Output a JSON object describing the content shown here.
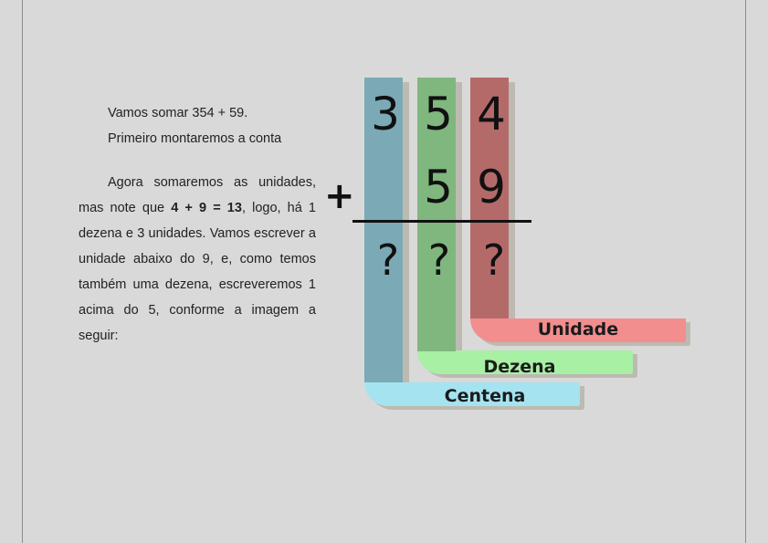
{
  "intro": {
    "line1": "Vamos somar 354 + 59.",
    "line2": "Primeiro montaremos a conta"
  },
  "explanation": {
    "before": "Agora somaremos as unidades, mas note que ",
    "highlight": "4 + 9 = 13",
    "after": ", logo, há 1 dezena e 3 unidades. Vamos escrever a unidade abaixo do 9, e, como temos também uma dezena, escreveremos 1 acima do 5, conforme a imagem a seguir:"
  },
  "diagram": {
    "row1": {
      "hundreds": "3",
      "tens": "5",
      "units": "4"
    },
    "row2": {
      "operator": "+",
      "tens": "5",
      "units": "9"
    },
    "result": {
      "hundreds": "?",
      "tens": "?",
      "units": "?"
    },
    "labels": {
      "units": "Unidade",
      "tens": "Dezena",
      "hundreds": "Centena"
    },
    "colors": {
      "hundreds_column": "#7ba9b6",
      "tens_column": "#7fb77e",
      "units_column": "#b56a6a",
      "hundreds_band": "#a6e3f0",
      "tens_band": "#a8f0a4",
      "units_band": "#f28e8e"
    }
  }
}
